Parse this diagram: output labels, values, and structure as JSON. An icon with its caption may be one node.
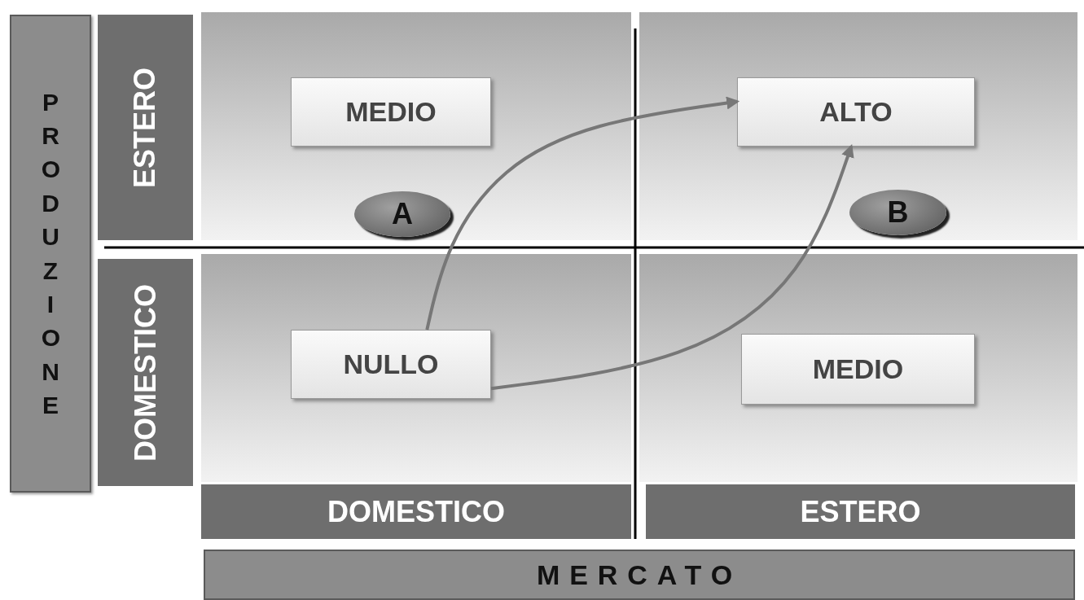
{
  "diagram": {
    "nodes": [
      {
        "text": [
          "PRODUZIONE"
        ]
      },
      {
        "text": [
          "ESTERO"
        ]
      },
      {
        "text": [
          "DOMESTICO"
        ]
      },
      {
        "text": [],
        "shape": "box"
      },
      {
        "text": [
          "MEDIO"
        ],
        "in": 3
      },
      {
        "text": [
          "A"
        ],
        "in": 3
      },
      {
        "text": [],
        "shape": "box"
      },
      {
        "text": [
          "ALTO"
        ],
        "in": 6
      },
      {
        "text": [
          "B"
        ],
        "in": 6
      },
      {
        "text": [],
        "shape": "box"
      },
      {
        "text": [
          "NULLO"
        ],
        "in": 9
      },
      {
        "text": [],
        "shape": "box"
      },
      {
        "text": [
          "MEDIO"
        ],
        "in": 11
      },
      {
        "text": [
          "DOMESTICO"
        ]
      },
      {
        "text": [
          "ESTERO"
        ]
      },
      {
        "text": [
          "MERCATO"
        ]
      }
    ],
    "edges": [
      {
        "from": 10,
        "to": 7,
        "arrow": "to"
      },
      {
        "from": 10,
        "to": 7,
        "arrow": "to"
      }
    ]
  }
}
